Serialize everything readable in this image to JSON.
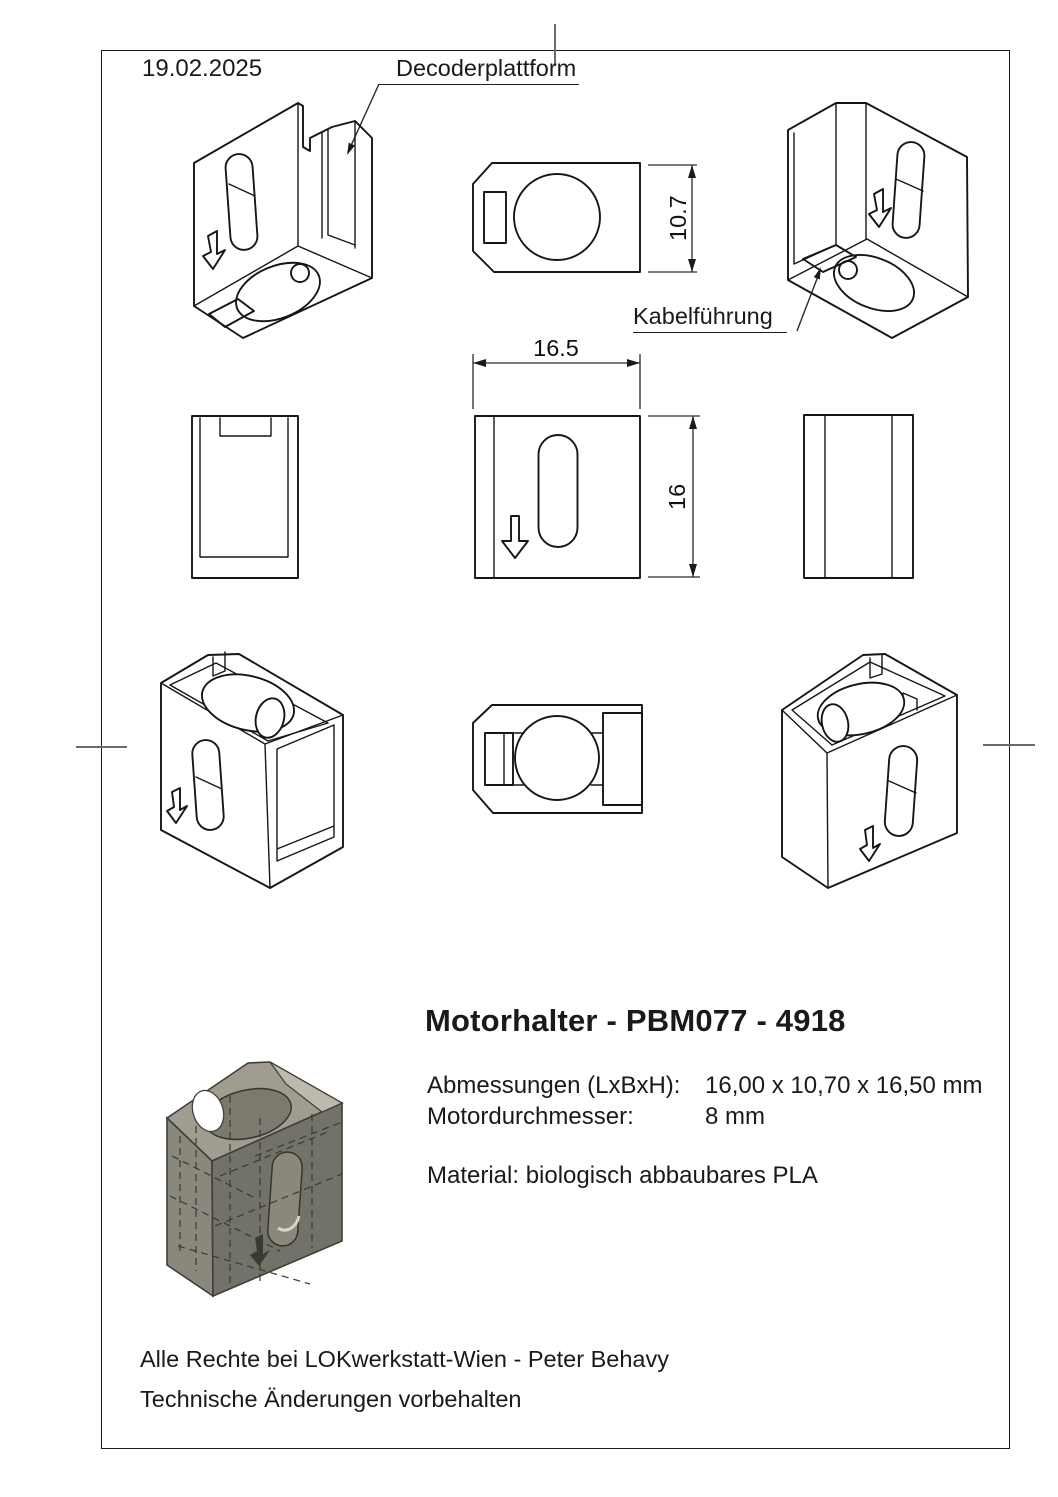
{
  "sheet": {
    "date": "19.02.2025",
    "annotations": {
      "decoder_platform": "Decoderplattform",
      "cable_guide": "Kabelführung"
    },
    "dims": {
      "depth": "10.7",
      "width": "16.5",
      "height": "16"
    },
    "title": "Motorhalter - PBM077 - 4918",
    "specs": {
      "dimensions_label": "Abmessungen (LxBxH):",
      "dimensions_value": "16,00 x 10,70 x 16,50 mm",
      "motor_label": "Motordurchmesser:",
      "motor_value": "8 mm",
      "material": "Material: biologisch abbaubares PLA"
    },
    "footer": {
      "line1": "Alle Rechte bei LOKwerkstatt-Wien - Peter Behavy",
      "line2": "Technische Änderungen vorbehalten"
    }
  }
}
